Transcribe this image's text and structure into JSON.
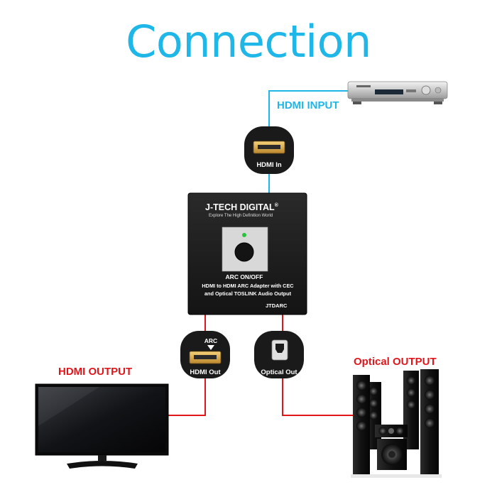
{
  "title": "Connection",
  "labels": {
    "hdmi_input": "HDMI INPUT",
    "hdmi_output": "HDMI OUTPUT",
    "optical_output": "Optical OUTPUT"
  },
  "device": {
    "brand": "J-TECH DIGITAL",
    "registered": "®",
    "tagline": "Explore The High Definition World",
    "button_label": "ARC ON/OFF",
    "description_line1": "HDMI to HDMI ARC Adapter with CEC",
    "description_line2": "and Optical TOSLINK Audio Output",
    "model": "JTDARC"
  },
  "ports": {
    "hdmi_in": "HDMI In",
    "hdmi_out": "HDMI Out",
    "arc": "ARC",
    "optical_out": "Optical Out"
  },
  "colors": {
    "input_line": "#1fb6e8",
    "output_line": "#e0161b",
    "title": "#1fb6e8"
  }
}
